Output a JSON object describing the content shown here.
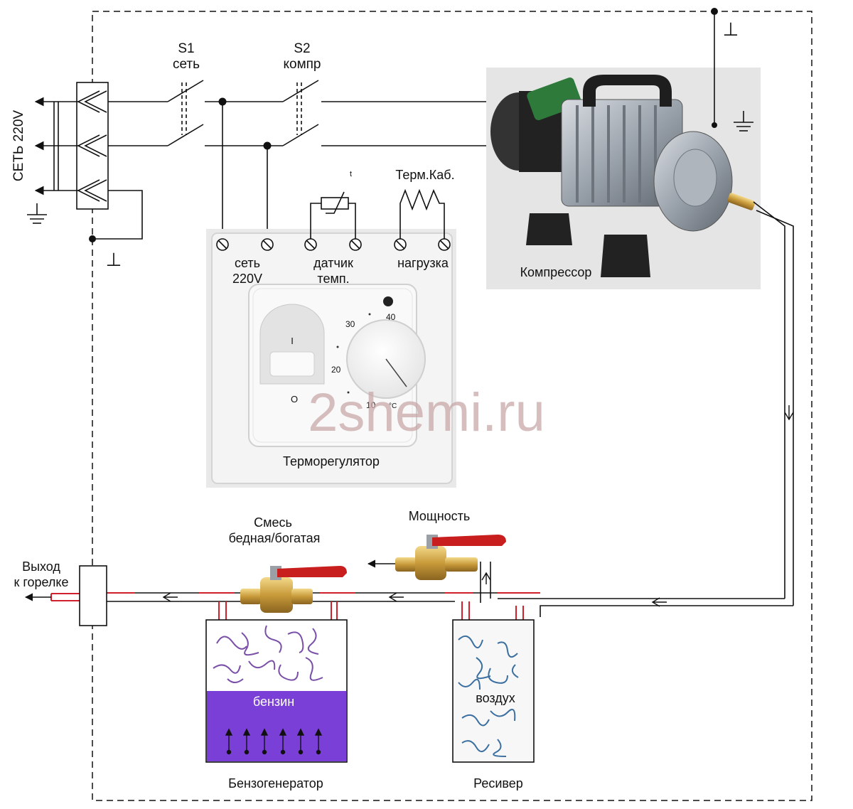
{
  "colors": {
    "line": "#111111",
    "pipe_red": "#d0202b",
    "fuel_purple": "#7a3fd6",
    "dial_bg": "#eeeeee",
    "photo_bg": "#e7e7e7",
    "watermark": "#c9a8a8"
  },
  "labels": {
    "network": "СЕТЬ 220V",
    "s1_name": "S1",
    "s1_desc": "сеть",
    "s2_name": "S2",
    "s2_desc": "компр",
    "term_cable": "Терм.Каб.",
    "sensor_t": "t",
    "terminal_net_1": "сеть",
    "terminal_net_2": "220V",
    "terminal_sensor_1": "датчик",
    "terminal_sensor_2": "темп.",
    "terminal_load": "нагрузка",
    "thermostat": "Терморегулятор",
    "compressor": "Компрессор",
    "power": "Мощность",
    "mix_1": "Смесь",
    "mix_2": "бедная/богатая",
    "output_1": "Выход",
    "output_2": "к горелке",
    "fuel": "бензин",
    "air": "воздух",
    "generator": "Бензогенератор",
    "receiver": "Ресивер",
    "watermark": "2shemi.ru",
    "ground": "⊥"
  },
  "dial": {
    "scale": [
      "10",
      "20",
      "30",
      "40"
    ],
    "unit": "°C",
    "switch_on": "I",
    "switch_off": "O"
  },
  "icons": [
    "ground-icon",
    "protective-earth-icon",
    "thermistor-icon",
    "heating-cable-icon",
    "ball-valve-icon",
    "compressor-icon",
    "socket-icon"
  ]
}
